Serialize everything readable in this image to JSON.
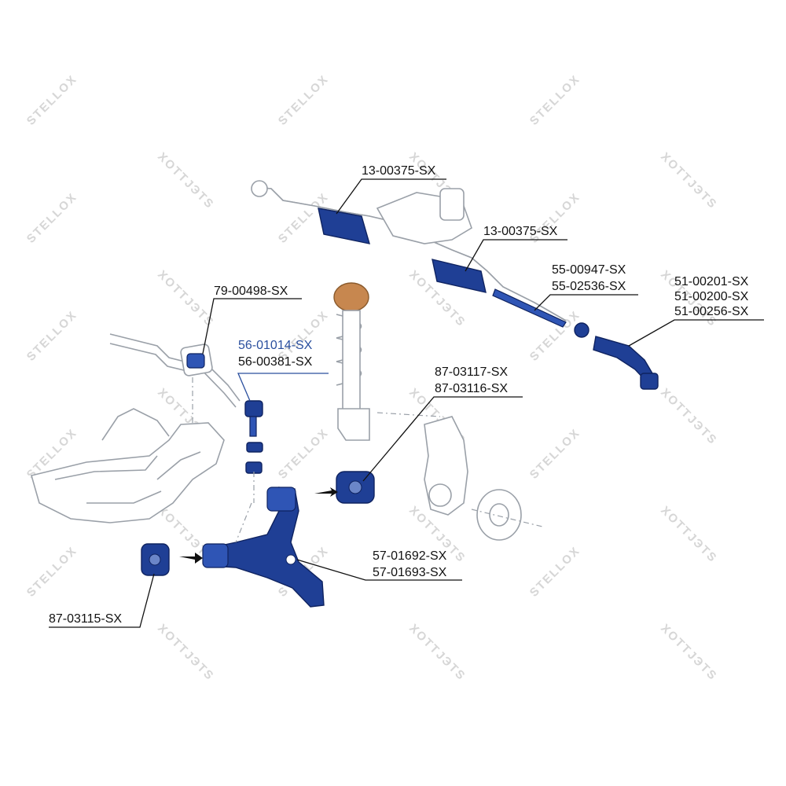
{
  "watermark": {
    "text": "STELLOX",
    "mirror_text": "XOTTJЭТS"
  },
  "colors": {
    "part_fill": "#1f3f95",
    "outline": "#9aa0a8",
    "highlight": "#2a4f9e",
    "label": "#111111"
  },
  "labels": {
    "steering_rack": "13-00375-SX",
    "boot_right": "13-00375-SX",
    "tie_rod_a": "55-00947-SX",
    "tie_rod_b": "55-02536-SX",
    "tie_rod_end_a": "51-00201-SX",
    "tie_rod_end_b": "51-00200-SX",
    "tie_rod_end_c": "51-00256-SX",
    "stabilizer_bushing": "79-00498-SX",
    "stabilizer_link_a": "56-01014-SX",
    "stabilizer_link_b": "56-00381-SX",
    "arm_bushing_a": "87-03117-SX",
    "arm_bushing_b": "87-03116-SX",
    "control_arm_a": "57-01692-SX",
    "control_arm_b": "57-01693-SX",
    "front_arm_bushing": "87-03115-SX"
  }
}
